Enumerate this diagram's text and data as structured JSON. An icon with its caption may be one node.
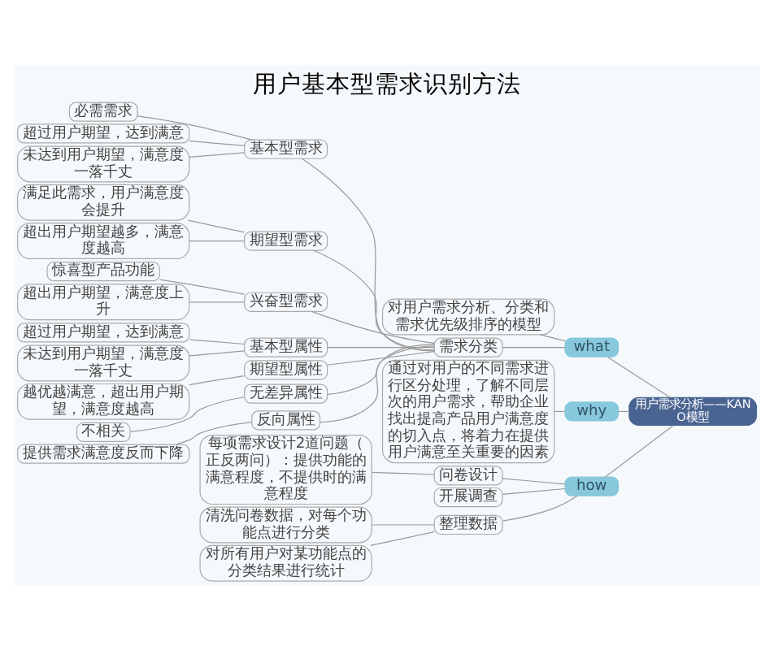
{
  "diagram": {
    "title": "用户基本型需求识别方法",
    "nodes": [
      {
        "text": [
          "用户需求分析——KANO模型"
        ]
      },
      {
        "text": [
          "what"
        ]
      },
      {
        "text": [
          "对用户需求分析、分类和需求优先级排序的模型"
        ]
      },
      {
        "text": [
          "需求分类"
        ]
      },
      {
        "text": [
          "基本型需求"
        ]
      },
      {
        "text": [
          "必需需求"
        ]
      },
      {
        "text": [
          "超过用户期望，达到满意"
        ]
      },
      {
        "text": [
          "未达到用户期望，满意度一落千丈"
        ]
      },
      {
        "text": [
          "期望型需求"
        ]
      },
      {
        "text": [
          "满足此需求，用户满意度会提升"
        ]
      },
      {
        "text": [
          "超出用户期望越多，满意度越高"
        ]
      },
      {
        "text": [
          "兴奋型需求"
        ]
      },
      {
        "text": [
          "惊喜型产品功能"
        ]
      },
      {
        "text": [
          "超出用户期望，满意度上升"
        ]
      },
      {
        "text": [
          "基本型属性"
        ]
      },
      {
        "text": [
          "超过用户期望，达到满意"
        ]
      },
      {
        "text": [
          "未达到用户期望，满意度一落千丈"
        ]
      },
      {
        "text": [
          "期望型属性"
        ]
      },
      {
        "text": [
          "越优越满意，超出用户期望，满意度越高"
        ]
      },
      {
        "text": [
          "无差异属性"
        ]
      },
      {
        "text": [
          "不相关"
        ]
      },
      {
        "text": [
          "反向属性"
        ]
      },
      {
        "text": [
          "提供需求满意度反而下降"
        ]
      },
      {
        "text": [
          "why"
        ]
      },
      {
        "text": [
          "通过对用户的不同需求进行区分处理，了解不同层次的用户需求，帮助企业找出提高产品用户满意度的切入点，将着力在提供用户满意至关重要的因素"
        ]
      },
      {
        "text": [
          "how"
        ]
      },
      {
        "text": [
          "问卷设计"
        ]
      },
      {
        "text": [
          "每项需求设计2道问题（正反两问）：提供功能的满意程度，不提供时的满意程度"
        ]
      },
      {
        "text": [
          "开展调查"
        ]
      },
      {
        "text": [
          "整理数据"
        ]
      },
      {
        "text": [
          "清洗问卷数据，对每个功能点进行分类"
        ]
      },
      {
        "text": [
          "对所有用户对某功能点的分类结果进行统计"
        ]
      }
    ],
    "edges": [
      {
        "from": 0,
        "to": 1,
        "arrow": "none"
      },
      {
        "from": 1,
        "to": 2,
        "arrow": "none"
      },
      {
        "from": 1,
        "to": 3,
        "arrow": "none"
      },
      {
        "from": 3,
        "to": 4,
        "arrow": "none"
      },
      {
        "from": 4,
        "to": 5,
        "arrow": "none"
      },
      {
        "from": 4,
        "to": 6,
        "arrow": "none"
      },
      {
        "from": 4,
        "to": 7,
        "arrow": "none"
      },
      {
        "from": 3,
        "to": 8,
        "arrow": "none"
      },
      {
        "from": 8,
        "to": 9,
        "arrow": "none"
      },
      {
        "from": 8,
        "to": 10,
        "arrow": "none"
      },
      {
        "from": 3,
        "to": 11,
        "arrow": "none"
      },
      {
        "from": 11,
        "to": 12,
        "arrow": "none"
      },
      {
        "from": 11,
        "to": 13,
        "arrow": "none"
      },
      {
        "from": 3,
        "to": 14,
        "arrow": "none"
      },
      {
        "from": 14,
        "to": 15,
        "arrow": "none"
      },
      {
        "from": 14,
        "to": 16,
        "arrow": "none"
      },
      {
        "from": 3,
        "to": 17,
        "arrow": "none"
      },
      {
        "from": 17,
        "to": 18,
        "arrow": "none"
      },
      {
        "from": 3,
        "to": 19,
        "arrow": "none"
      },
      {
        "from": 19,
        "to": 20,
        "arrow": "none"
      },
      {
        "from": 3,
        "to": 21,
        "arrow": "none"
      },
      {
        "from": 21,
        "to": 22,
        "arrow": "none"
      },
      {
        "from": 0,
        "to": 23,
        "arrow": "none"
      },
      {
        "from": 23,
        "to": 24,
        "arrow": "none"
      },
      {
        "from": 0,
        "to": 25,
        "arrow": "none"
      },
      {
        "from": 25,
        "to": 26,
        "arrow": "none"
      },
      {
        "from": 26,
        "to": 27,
        "arrow": "none"
      },
      {
        "from": 25,
        "to": 28,
        "arrow": "none"
      },
      {
        "from": 25,
        "to": 29,
        "arrow": "none"
      },
      {
        "from": 29,
        "to": 30,
        "arrow": "none"
      },
      {
        "from": 29,
        "to": 31,
        "arrow": "none"
      }
    ]
  }
}
